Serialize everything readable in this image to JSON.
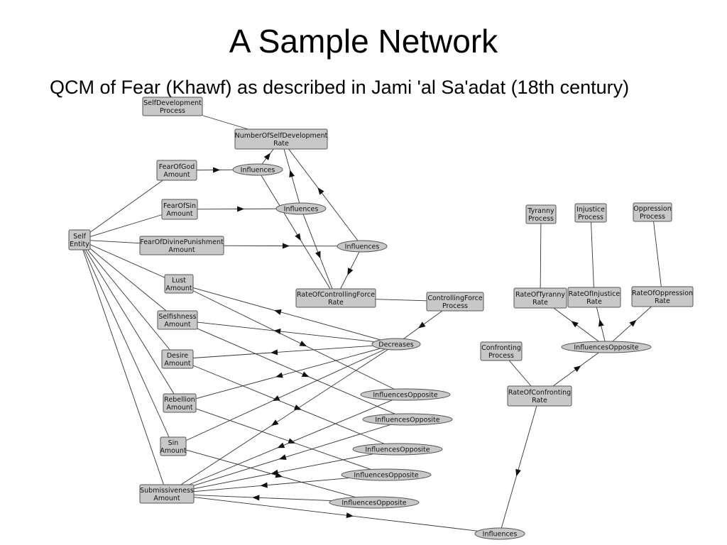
{
  "slide": {
    "title": "A Sample Network",
    "subtitle": "QCM of Fear (Khawf) as described in Jami 'al Sa'adat (18th century)"
  },
  "diagram": {
    "nodes": [
      {
        "id": "selfdev_process",
        "shape": "box",
        "lines": [
          "SelfDevelopment",
          "Process"
        ]
      },
      {
        "id": "num_selfdev_rate",
        "shape": "box",
        "lines": [
          "NumberOfSelfDevelopment",
          "Rate"
        ]
      },
      {
        "id": "fear_god",
        "shape": "box",
        "lines": [
          "FearOfGod",
          "Amount"
        ]
      },
      {
        "id": "fear_sin",
        "shape": "box",
        "lines": [
          "FearOfSin",
          "Amount"
        ]
      },
      {
        "id": "fear_punish",
        "shape": "box",
        "lines": [
          "FearOfDivinePunishment",
          "Amount"
        ]
      },
      {
        "id": "self_entity",
        "shape": "box",
        "lines": [
          "Self",
          "Entity"
        ]
      },
      {
        "id": "lust",
        "shape": "box",
        "lines": [
          "Lust",
          "Amount"
        ]
      },
      {
        "id": "selfishness",
        "shape": "box",
        "lines": [
          "Selfishness",
          "Amount"
        ]
      },
      {
        "id": "desire",
        "shape": "box",
        "lines": [
          "Desire",
          "Amount"
        ]
      },
      {
        "id": "rebellion",
        "shape": "box",
        "lines": [
          "Rebellion",
          "Amount"
        ]
      },
      {
        "id": "sin",
        "shape": "box",
        "lines": [
          "Sin",
          "Amount"
        ]
      },
      {
        "id": "submissiveness",
        "shape": "box",
        "lines": [
          "Submissiveness",
          "Amount"
        ]
      },
      {
        "id": "rate_ctrl",
        "shape": "box",
        "lines": [
          "RateOfControllingForce",
          "Rate"
        ]
      },
      {
        "id": "ctrl_process",
        "shape": "box",
        "lines": [
          "ControllingForce",
          "Process"
        ]
      },
      {
        "id": "tyranny_process",
        "shape": "box",
        "lines": [
          "Tyranny",
          "Process"
        ]
      },
      {
        "id": "injustice_process",
        "shape": "box",
        "lines": [
          "Injustice",
          "Process"
        ]
      },
      {
        "id": "oppression_process",
        "shape": "box",
        "lines": [
          "Oppression",
          "Process"
        ]
      },
      {
        "id": "rate_tyranny",
        "shape": "box",
        "lines": [
          "RateOfTyranny",
          "Rate"
        ]
      },
      {
        "id": "rate_injustice",
        "shape": "box",
        "lines": [
          "RateOfInjustice",
          "Rate"
        ]
      },
      {
        "id": "rate_oppression",
        "shape": "box",
        "lines": [
          "RateOfOppression",
          "Rate"
        ]
      },
      {
        "id": "confronting_process",
        "shape": "box",
        "lines": [
          "Confronting",
          "Process"
        ]
      },
      {
        "id": "rate_confronting",
        "shape": "box",
        "lines": [
          "RateOfConfronting",
          "Rate"
        ]
      },
      {
        "id": "influences_1",
        "shape": "ellipse",
        "lines": [
          "Influences"
        ]
      },
      {
        "id": "influences_2",
        "shape": "ellipse",
        "lines": [
          "Influences"
        ]
      },
      {
        "id": "influences_3",
        "shape": "ellipse",
        "lines": [
          "Influences"
        ]
      },
      {
        "id": "decreases",
        "shape": "ellipse",
        "lines": [
          "Decreases"
        ]
      },
      {
        "id": "inf_opp_1",
        "shape": "ellipse",
        "lines": [
          "InfluencesOpposite"
        ]
      },
      {
        "id": "inf_opp_2",
        "shape": "ellipse",
        "lines": [
          "InfluencesOpposite"
        ]
      },
      {
        "id": "inf_opp_3",
        "shape": "ellipse",
        "lines": [
          "InfluencesOpposite"
        ]
      },
      {
        "id": "inf_opp_4",
        "shape": "ellipse",
        "lines": [
          "InfluencesOpposite"
        ]
      },
      {
        "id": "inf_opp_5",
        "shape": "ellipse",
        "lines": [
          "InfluencesOpposite"
        ]
      },
      {
        "id": "inf_opp_right",
        "shape": "ellipse",
        "lines": [
          "InfluencesOpposite"
        ]
      },
      {
        "id": "influences_bottom",
        "shape": "ellipse",
        "lines": [
          "Influences"
        ]
      }
    ],
    "edges": [
      {
        "from": "self_entity",
        "to": "fear_god",
        "arrow": false
      },
      {
        "from": "self_entity",
        "to": "fear_sin",
        "arrow": false
      },
      {
        "from": "self_entity",
        "to": "fear_punish",
        "arrow": false
      },
      {
        "from": "self_entity",
        "to": "lust",
        "arrow": false
      },
      {
        "from": "self_entity",
        "to": "selfishness",
        "arrow": false
      },
      {
        "from": "self_entity",
        "to": "desire",
        "arrow": false
      },
      {
        "from": "self_entity",
        "to": "rebellion",
        "arrow": false
      },
      {
        "from": "self_entity",
        "to": "sin",
        "arrow": false
      },
      {
        "from": "self_entity",
        "to": "submissiveness",
        "arrow": false
      },
      {
        "from": "selfdev_process",
        "to": "num_selfdev_rate",
        "arrow": false
      },
      {
        "from": "fear_god",
        "to": "influences_1",
        "arrow": true
      },
      {
        "from": "influences_1",
        "to": "num_selfdev_rate",
        "arrow": true
      },
      {
        "from": "fear_sin",
        "to": "influences_2",
        "arrow": true
      },
      {
        "from": "influences_2",
        "to": "num_selfdev_rate",
        "arrow": true
      },
      {
        "from": "fear_punish",
        "to": "influences_3",
        "arrow": true
      },
      {
        "from": "influences_3",
        "to": "num_selfdev_rate",
        "arrow": true
      },
      {
        "from": "influences_1",
        "to": "rate_ctrl",
        "arrow": true
      },
      {
        "from": "influences_2",
        "to": "rate_ctrl",
        "arrow": true
      },
      {
        "from": "influences_3",
        "to": "rate_ctrl",
        "arrow": true
      },
      {
        "from": "rate_ctrl",
        "to": "ctrl_process",
        "arrow": false
      },
      {
        "from": "ctrl_process",
        "to": "decreases",
        "arrow": true
      },
      {
        "from": "decreases",
        "to": "lust",
        "arrow": true
      },
      {
        "from": "decreases",
        "to": "selfishness",
        "arrow": true
      },
      {
        "from": "decreases",
        "to": "desire",
        "arrow": true
      },
      {
        "from": "decreases",
        "to": "rebellion",
        "arrow": true
      },
      {
        "from": "decreases",
        "to": "sin",
        "arrow": true
      },
      {
        "from": "decreases",
        "to": "submissiveness",
        "arrow": true
      },
      {
        "from": "lust",
        "to": "inf_opp_1",
        "arrow": true
      },
      {
        "from": "selfishness",
        "to": "inf_opp_2",
        "arrow": true
      },
      {
        "from": "desire",
        "to": "inf_opp_3",
        "arrow": true
      },
      {
        "from": "rebellion",
        "to": "inf_opp_4",
        "arrow": true
      },
      {
        "from": "sin",
        "to": "inf_opp_5",
        "arrow": true
      },
      {
        "from": "inf_opp_1",
        "to": "submissiveness",
        "arrow": true
      },
      {
        "from": "inf_opp_2",
        "to": "submissiveness",
        "arrow": true
      },
      {
        "from": "inf_opp_3",
        "to": "submissiveness",
        "arrow": true
      },
      {
        "from": "inf_opp_4",
        "to": "submissiveness",
        "arrow": true
      },
      {
        "from": "inf_opp_5",
        "to": "submissiveness",
        "arrow": true
      },
      {
        "from": "tyranny_process",
        "to": "rate_tyranny",
        "arrow": false
      },
      {
        "from": "injustice_process",
        "to": "rate_injustice",
        "arrow": false
      },
      {
        "from": "oppression_process",
        "to": "rate_oppression",
        "arrow": false
      },
      {
        "from": "inf_opp_right",
        "to": "rate_tyranny",
        "arrow": true
      },
      {
        "from": "inf_opp_right",
        "to": "rate_injustice",
        "arrow": true
      },
      {
        "from": "inf_opp_right",
        "to": "rate_oppression",
        "arrow": true
      },
      {
        "from": "rate_confronting",
        "to": "inf_opp_right",
        "arrow": true
      },
      {
        "from": "confronting_process",
        "to": "rate_confronting",
        "arrow": false
      },
      {
        "from": "rate_confronting",
        "to": "influences_bottom",
        "arrow": true
      },
      {
        "from": "submissiveness",
        "to": "influences_bottom",
        "arrow": true
      }
    ]
  }
}
